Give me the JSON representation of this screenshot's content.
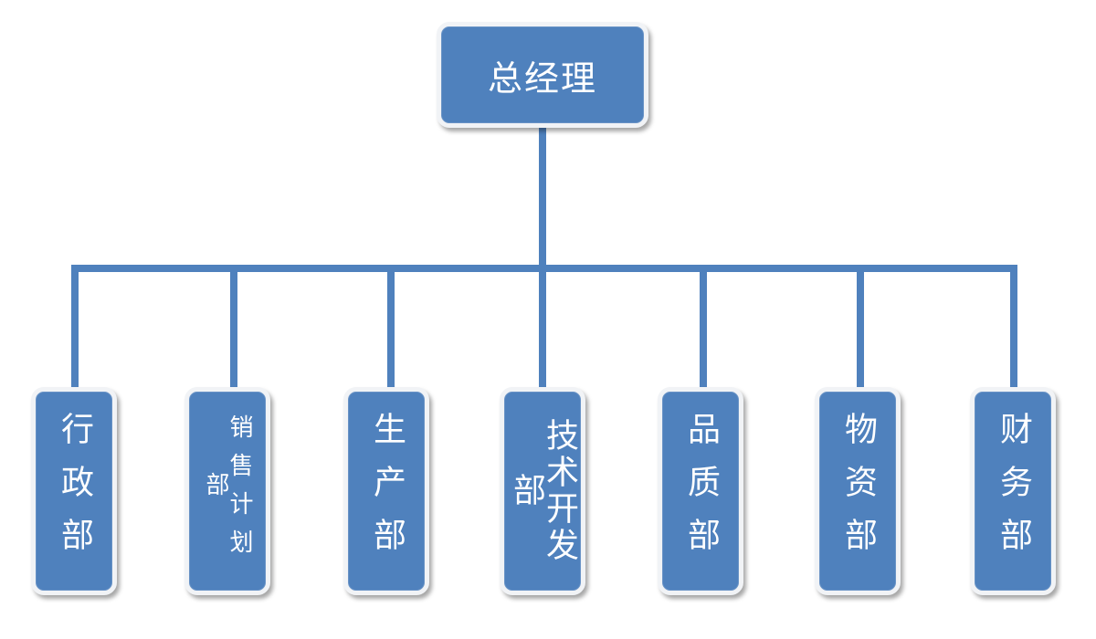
{
  "root": {
    "label": "总经理"
  },
  "departments": [
    {
      "label": "行政部"
    },
    {
      "label": "销售计划部"
    },
    {
      "label": "生产部"
    },
    {
      "label": "技术开发部"
    },
    {
      "label": "品质部"
    },
    {
      "label": "物资部"
    },
    {
      "label": "财务部"
    }
  ],
  "colors": {
    "box_fill": "#4f81bd",
    "connector": "#4f81bd",
    "text": "#ffffff"
  }
}
